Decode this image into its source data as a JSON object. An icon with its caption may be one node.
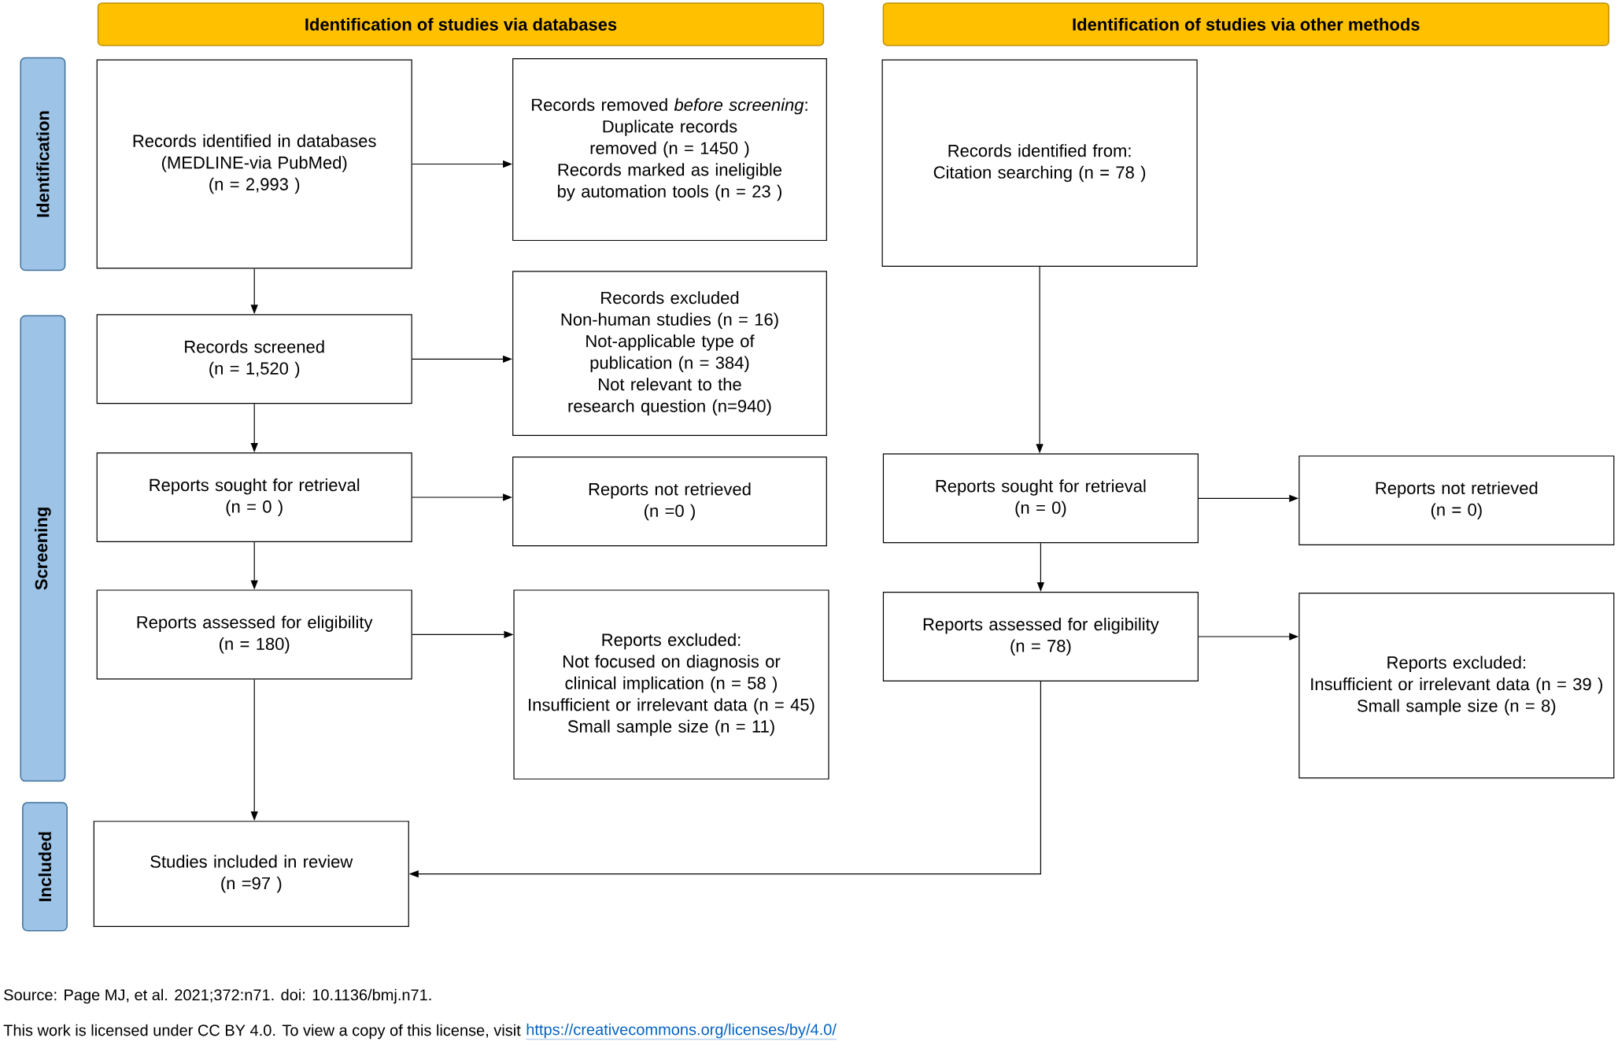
{
  "diagram": {
    "nodes": [
      {
        "text": [
          "Identification of studies via databases"
        ]
      },
      {
        "text": [
          "Identification of studies via other methods"
        ]
      },
      {
        "text": [
          "Identification"
        ]
      },
      {
        "text": [
          "Records identified in databases (MEDLINE-via PubMed)",
          "(n = 2,993 )"
        ]
      },
      {
        "text": [
          "Records removed *before screening*:",
          "Duplicate records removed (n = 1450 )",
          "Records marked as ineligible by automation tools (n = 23 )"
        ]
      },
      {
        "text": [
          "Records identified from:",
          "Citation searching (n = 78 )"
        ]
      },
      {
        "text": [
          "Screening"
        ]
      },
      {
        "text": [
          "Records screened",
          "(n = 1,520 )"
        ]
      },
      {
        "text": [
          "Records excluded",
          "Non-human studies (n = 16)",
          "Not-applicable type of publication (n = 384)",
          "Not relevant to the research question (n=940)"
        ]
      },
      {
        "text": [
          "Reports sought for retrieval",
          "(n = 0 )"
        ]
      },
      {
        "text": [
          "Reports not retrieved",
          "(n =0 )"
        ]
      },
      {
        "text": [
          "Reports sought for retrieval",
          "(n = 0)"
        ]
      },
      {
        "text": [
          "Reports not retrieved",
          "(n = 0)"
        ]
      },
      {
        "text": [
          "Reports assessed for eligibility",
          "(n = 180)"
        ]
      },
      {
        "text": [
          "Reports excluded:",
          "Not focused on diagnosis or clinical implication (n = 58 )",
          "Insufficient or irrelevant data (n = 45)",
          "Small sample size (n = 11)"
        ]
      },
      {
        "text": [
          "Reports assessed for eligibility",
          "(n = 78)"
        ]
      },
      {
        "text": [
          "Reports excluded:",
          "Insufficient or irrelevant data (n = 39 )",
          "Small sample size (n = 8)"
        ]
      },
      {
        "text": [
          "Included"
        ]
      },
      {
        "text": [
          "Studies included in review",
          "(n =97 )"
        ]
      }
    ],
    "edges": [
      {
        "from": 3,
        "to": 4,
        "arrow": "to"
      },
      {
        "from": 3,
        "to": 7,
        "arrow": "to"
      },
      {
        "from": 7,
        "to": 8,
        "arrow": "to"
      },
      {
        "from": 7,
        "to": 9,
        "arrow": "to"
      },
      {
        "from": 9,
        "to": 10,
        "arrow": "to"
      },
      {
        "from": 9,
        "to": 13,
        "arrow": "to"
      },
      {
        "from": 13,
        "to": 14,
        "arrow": "to"
      },
      {
        "from": 13,
        "to": 18,
        "arrow": "to"
      },
      {
        "from": 5,
        "to": 11,
        "arrow": "to"
      },
      {
        "from": 11,
        "to": 12,
        "arrow": "to"
      },
      {
        "from": 11,
        "to": 15,
        "arrow": "to"
      },
      {
        "from": 15,
        "to": 16,
        "arrow": "to"
      },
      {
        "from": 15,
        "to": 18,
        "arrow": "to"
      }
    ],
    "labels": [
      "Source: Page MJ, et al. 2021;372:n71. doi: 10.1136/bmj.n71.",
      "This work is licensed under CC BY 4.0. To view a copy of this license, visit",
      "https://creativecommons.org/licenses/by/4.0/"
    ]
  }
}
